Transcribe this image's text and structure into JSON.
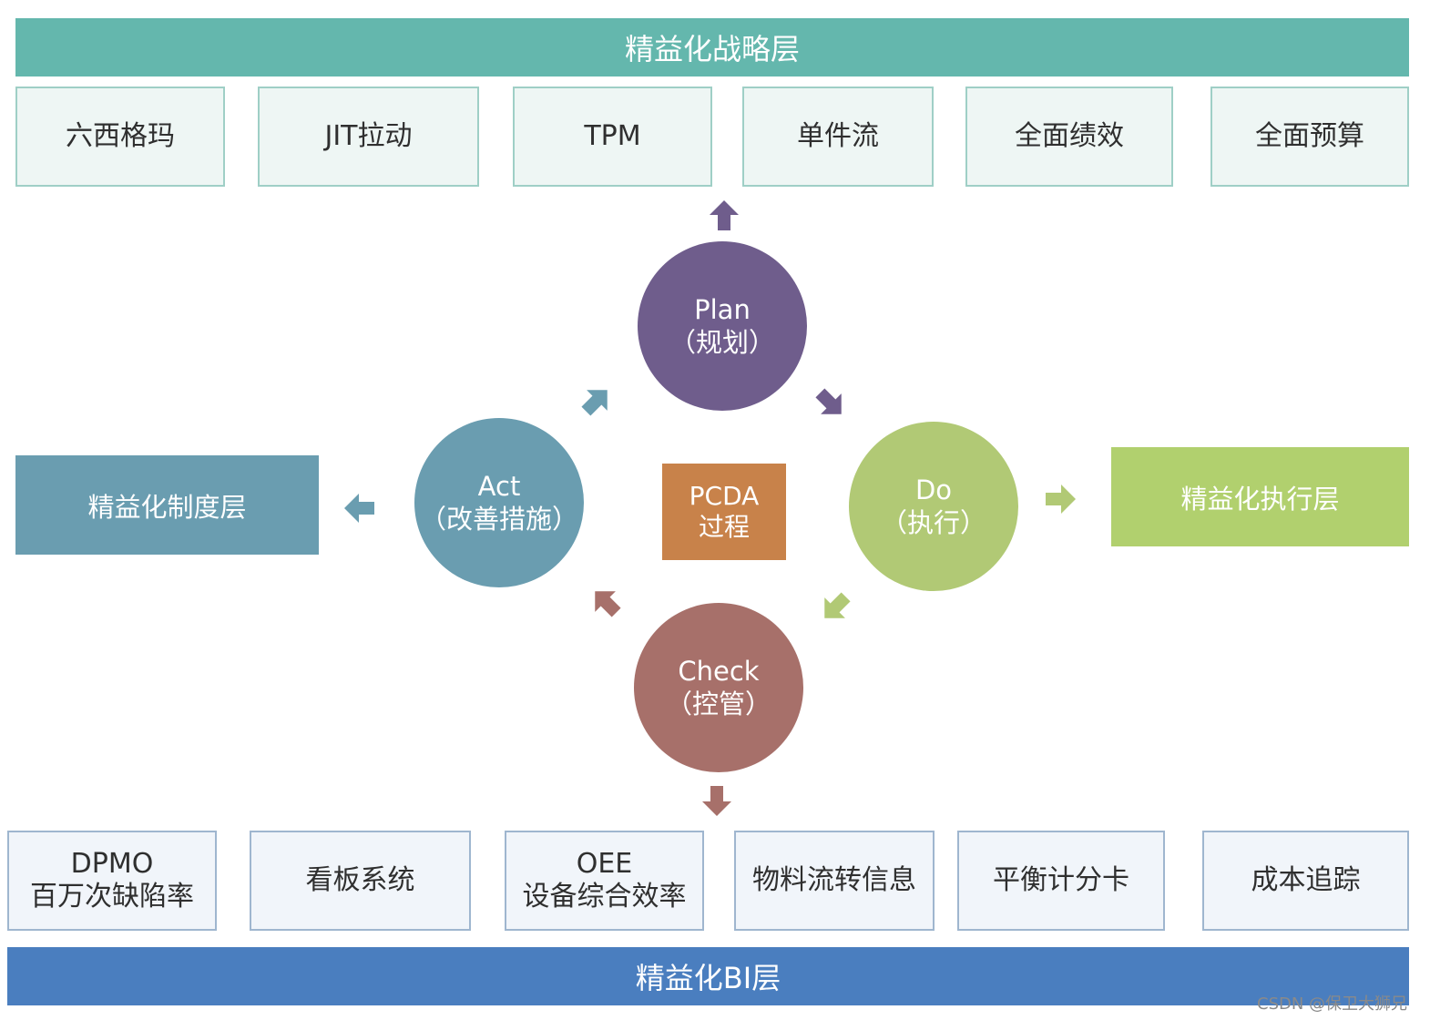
{
  "colors": {
    "strategy": "#64b7ad",
    "bi": "#4a7ebf",
    "plan": "#6f5d8c",
    "do": "#b1c975",
    "check": "#a7706a",
    "act": "#6a9db0",
    "pcda": "#c8824a",
    "system_layer": "#6a9db0",
    "execution_layer": "#b1d06e"
  },
  "strategy_layer": {
    "label": "精益化战略层"
  },
  "top_items": [
    "六西格玛",
    "JIT拉动",
    "TPM",
    "单件流",
    "全面绩效",
    "全面预算"
  ],
  "cycle": {
    "plan": {
      "title": "Plan",
      "sub": "（规划）"
    },
    "do": {
      "title": "Do",
      "sub": "（执行）"
    },
    "check": {
      "title": "Check",
      "sub": "（控管）"
    },
    "act": {
      "title": "Act",
      "sub": "（改善措施）"
    },
    "center": {
      "line1": "PCDA",
      "line2": "过程"
    }
  },
  "system_layer": {
    "label": "精益化制度层"
  },
  "execution_layer": {
    "label": "精益化执行层"
  },
  "bottom_items": [
    {
      "line1": "DPMO",
      "line2": "百万次缺陷率"
    },
    {
      "line1": "看板系统",
      "line2": ""
    },
    {
      "line1": "OEE",
      "line2": "设备综合效率"
    },
    {
      "line1": "物料流转信息",
      "line2": ""
    },
    {
      "line1": "平衡计分卡",
      "line2": ""
    },
    {
      "line1": "成本追踪",
      "line2": ""
    }
  ],
  "bi_layer": {
    "label": "精益化BI层"
  },
  "watermark": "CSDN @保卫大狮兄"
}
